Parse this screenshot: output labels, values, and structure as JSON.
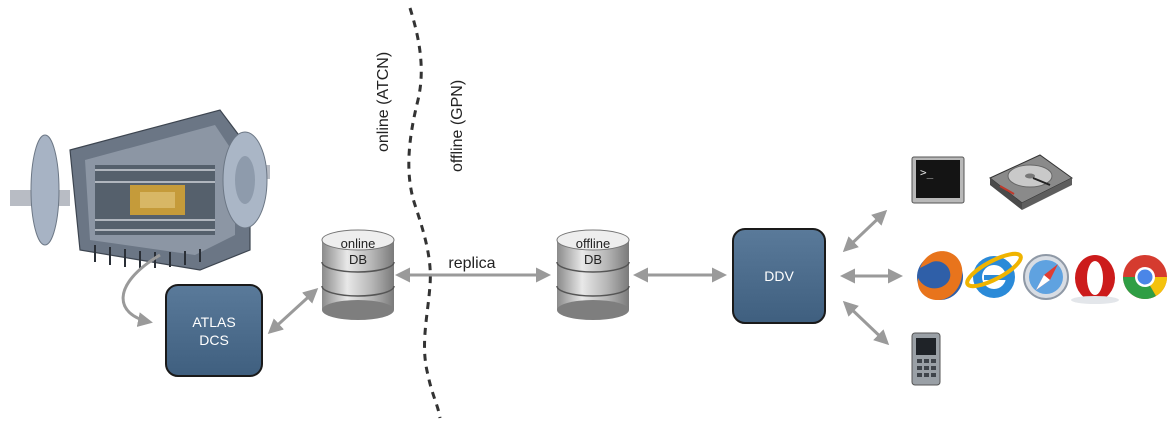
{
  "boundary": {
    "online_label": "online (ATCN)",
    "offline_label": "offline (GPN)"
  },
  "nodes": {
    "atlas": {
      "line1": "ATLAS",
      "line2": "DCS"
    },
    "online_db": {
      "line1": "online",
      "line2": "DB"
    },
    "offline_db": {
      "line1": "offline",
      "line2": "DB"
    },
    "ddv": {
      "label": "DDV"
    }
  },
  "edges": {
    "replica_label": "replica"
  },
  "clients": {
    "terminal": {
      "prompt": ">_"
    },
    "browsers": [
      "firefox-icon",
      "internet-explorer-icon",
      "safari-icon",
      "opera-icon",
      "chrome-icon"
    ],
    "devices": [
      "terminal-icon",
      "hard-disk-icon",
      "mobile-phone-icon"
    ]
  },
  "colors": {
    "box_fill": "#4f6f8f",
    "box_stroke": "#1a1a1a",
    "arrow": "#9a9a9a",
    "boundary": "#333333"
  }
}
